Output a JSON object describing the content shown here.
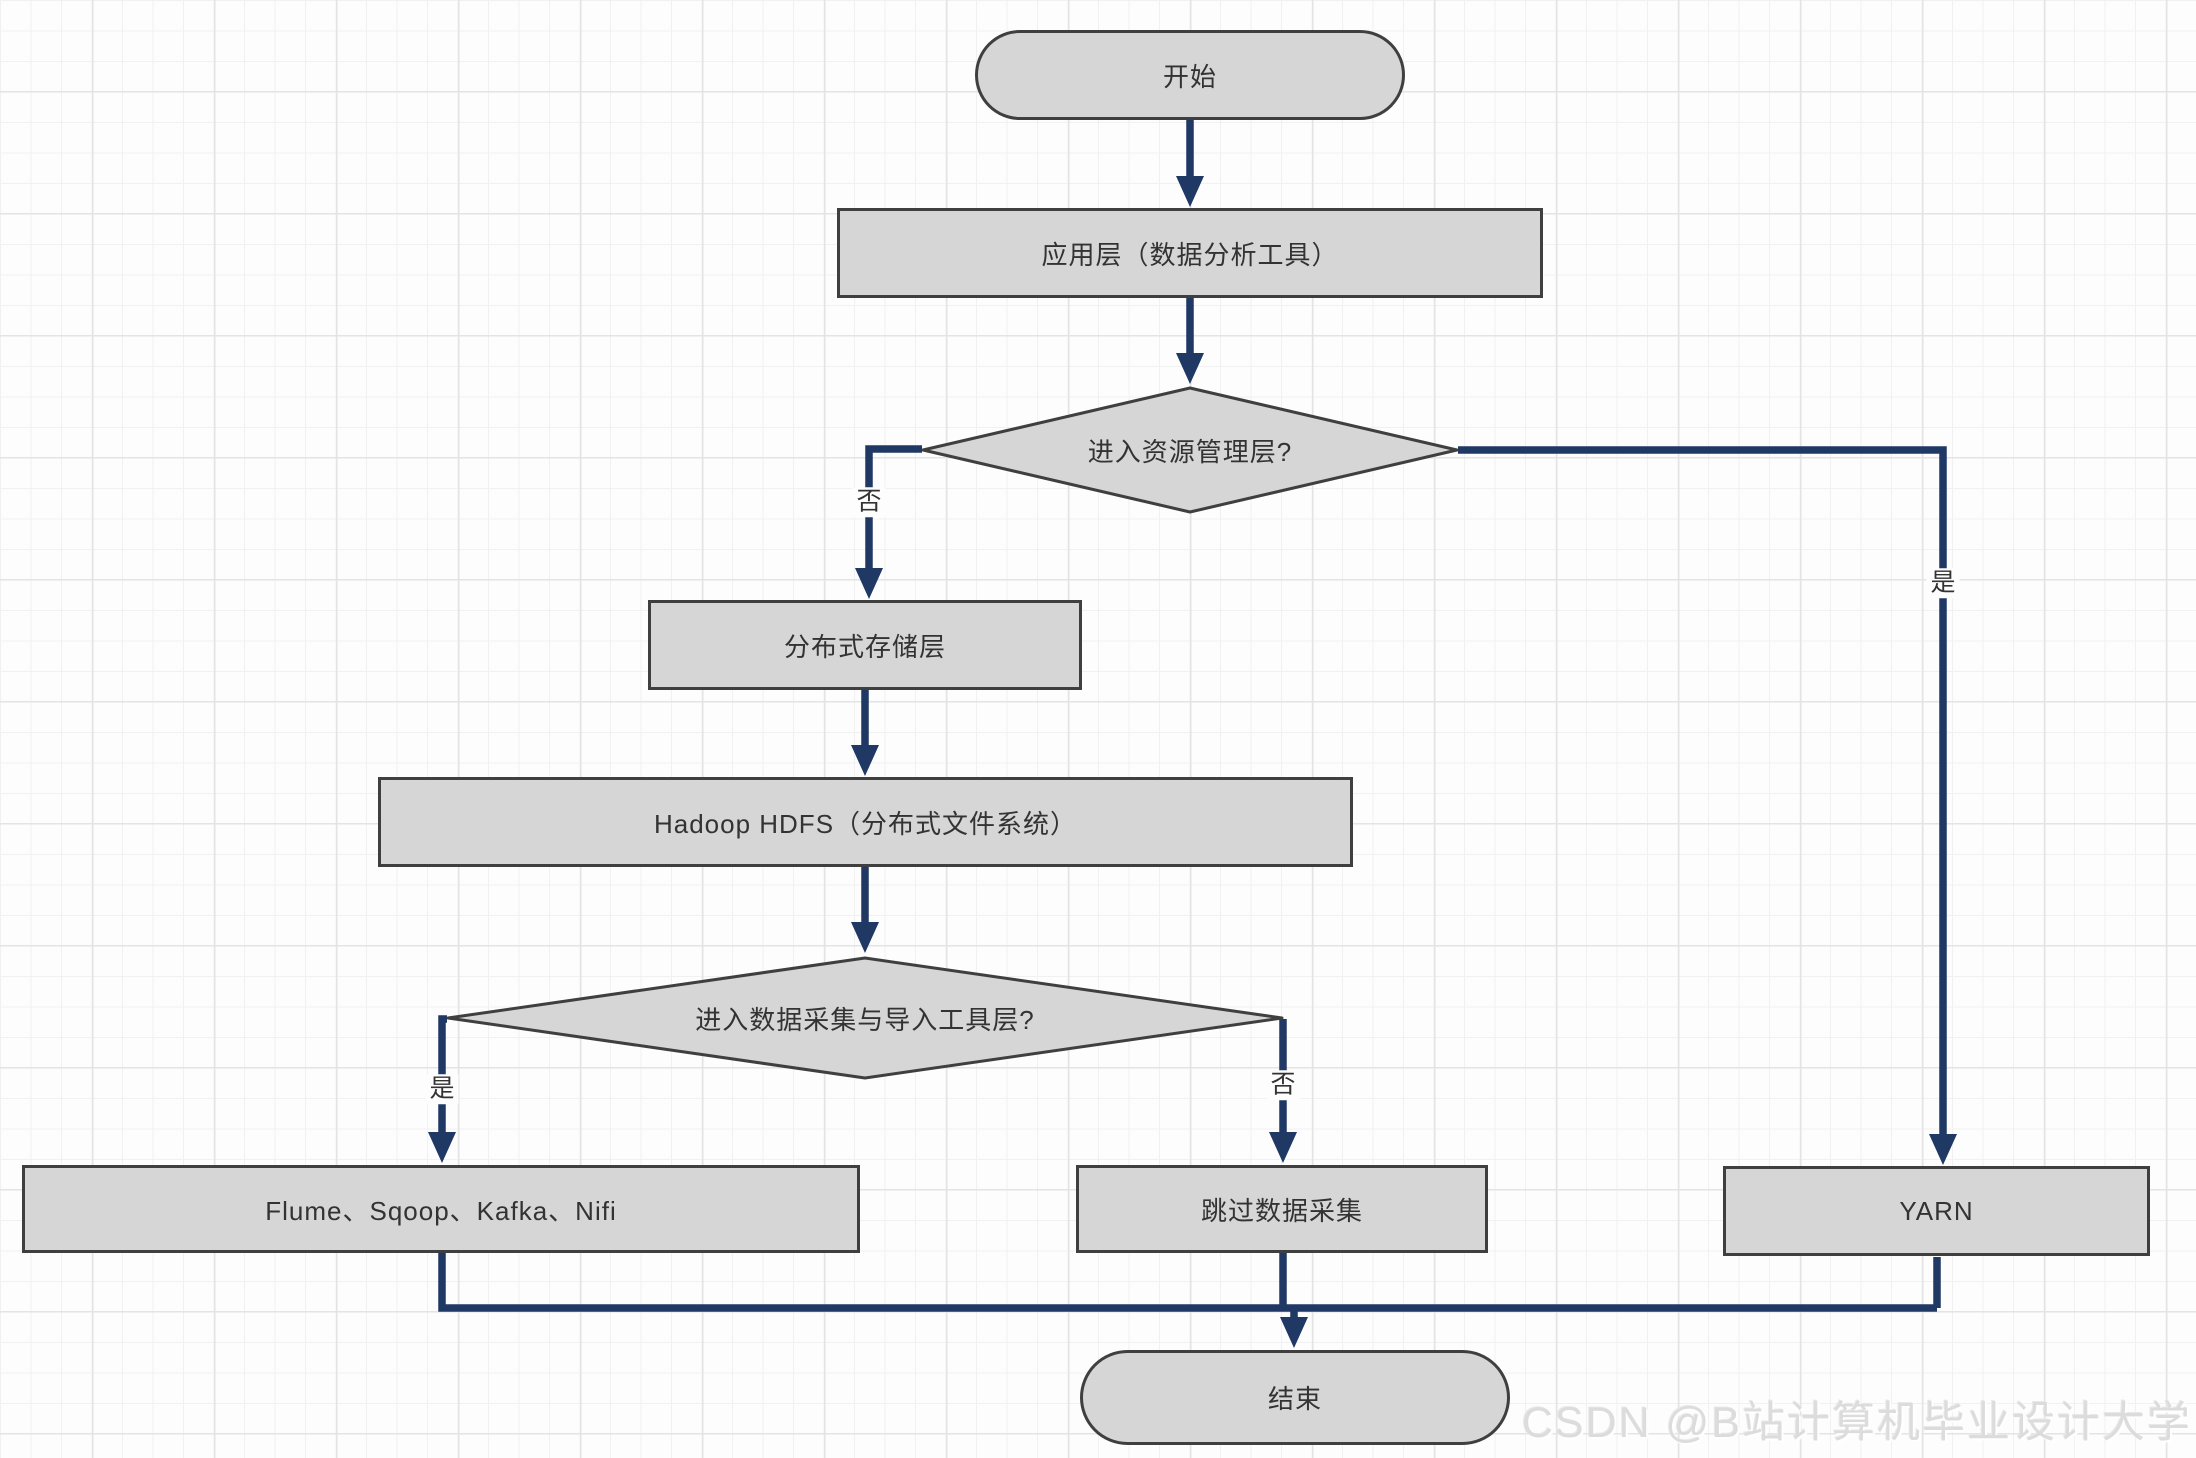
{
  "flowchart": {
    "nodes": {
      "start": "开始",
      "app_layer": "应用层（数据分析工具）",
      "resource_decision": "进入资源管理层?",
      "storage_layer": "分布式存储层",
      "hdfs": "Hadoop HDFS（分布式文件系统）",
      "collect_decision": "进入数据采集与导入工具层?",
      "collect_tools": "Flume、Sqoop、Kafka、Nifi",
      "skip_collect": "跳过数据采集",
      "yarn": "YARN",
      "end": "结束"
    },
    "edge_labels": {
      "resource_no": "否",
      "resource_yes": "是",
      "collect_yes": "是",
      "collect_no": "否"
    },
    "colors": {
      "node_fill": "#d6d6d6",
      "node_border": "#3f3f3f",
      "arrow": "#1f3864"
    },
    "watermark": "CSDN @B站计算机毕业设计大学"
  }
}
